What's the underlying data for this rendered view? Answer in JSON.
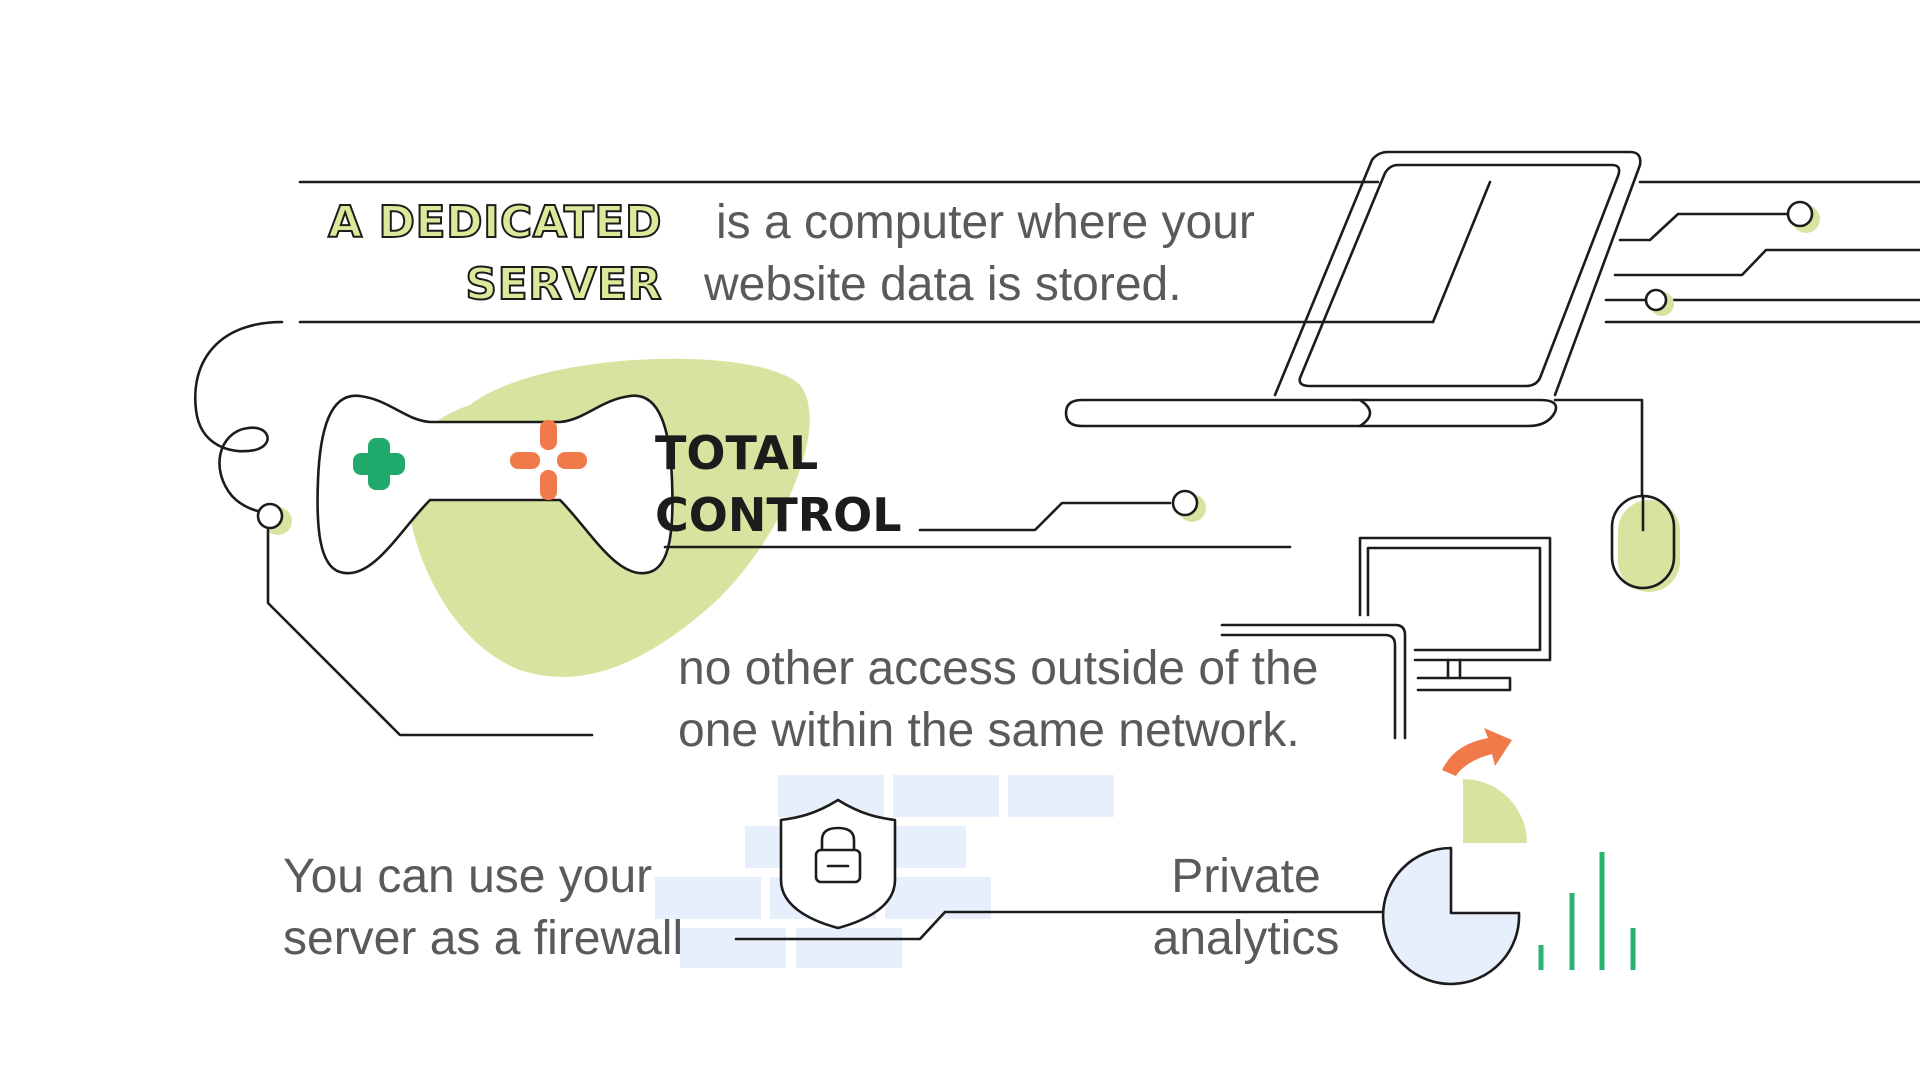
{
  "headline": {
    "emphasis_line1": "A DEDICATED",
    "emphasis_line2": "SERVER",
    "text_line1": "is a computer where your",
    "text_line2": "website data is stored."
  },
  "total_control": {
    "line1": "TOTAL",
    "line2": "CONTROL"
  },
  "network": {
    "line1": "no other access outside of the",
    "line2": "one within the same network."
  },
  "firewall": {
    "line1": "You can use your",
    "line2": "server as a firewall"
  },
  "analytics": {
    "line1": "Private",
    "line2": "analytics"
  },
  "icons": {
    "gamepad": "gamepad-icon",
    "laptop": "laptop-icon",
    "mouse": "mouse-icon",
    "monitor": "monitor-icon",
    "arrow": "curved-arrow-icon",
    "shield": "shield-lock-icon",
    "pie": "pie-chart-icon",
    "bars": "bar-chart-icon"
  },
  "colors": {
    "accent_green": "#d7e4a0",
    "line": "#1c1c1c",
    "text_gray": "#5a5a5a",
    "dpad_green": "#1fa96a",
    "buttons_orange": "#f07a4a",
    "brick_blue": "#e6effb",
    "bar_green": "#28b36e"
  }
}
